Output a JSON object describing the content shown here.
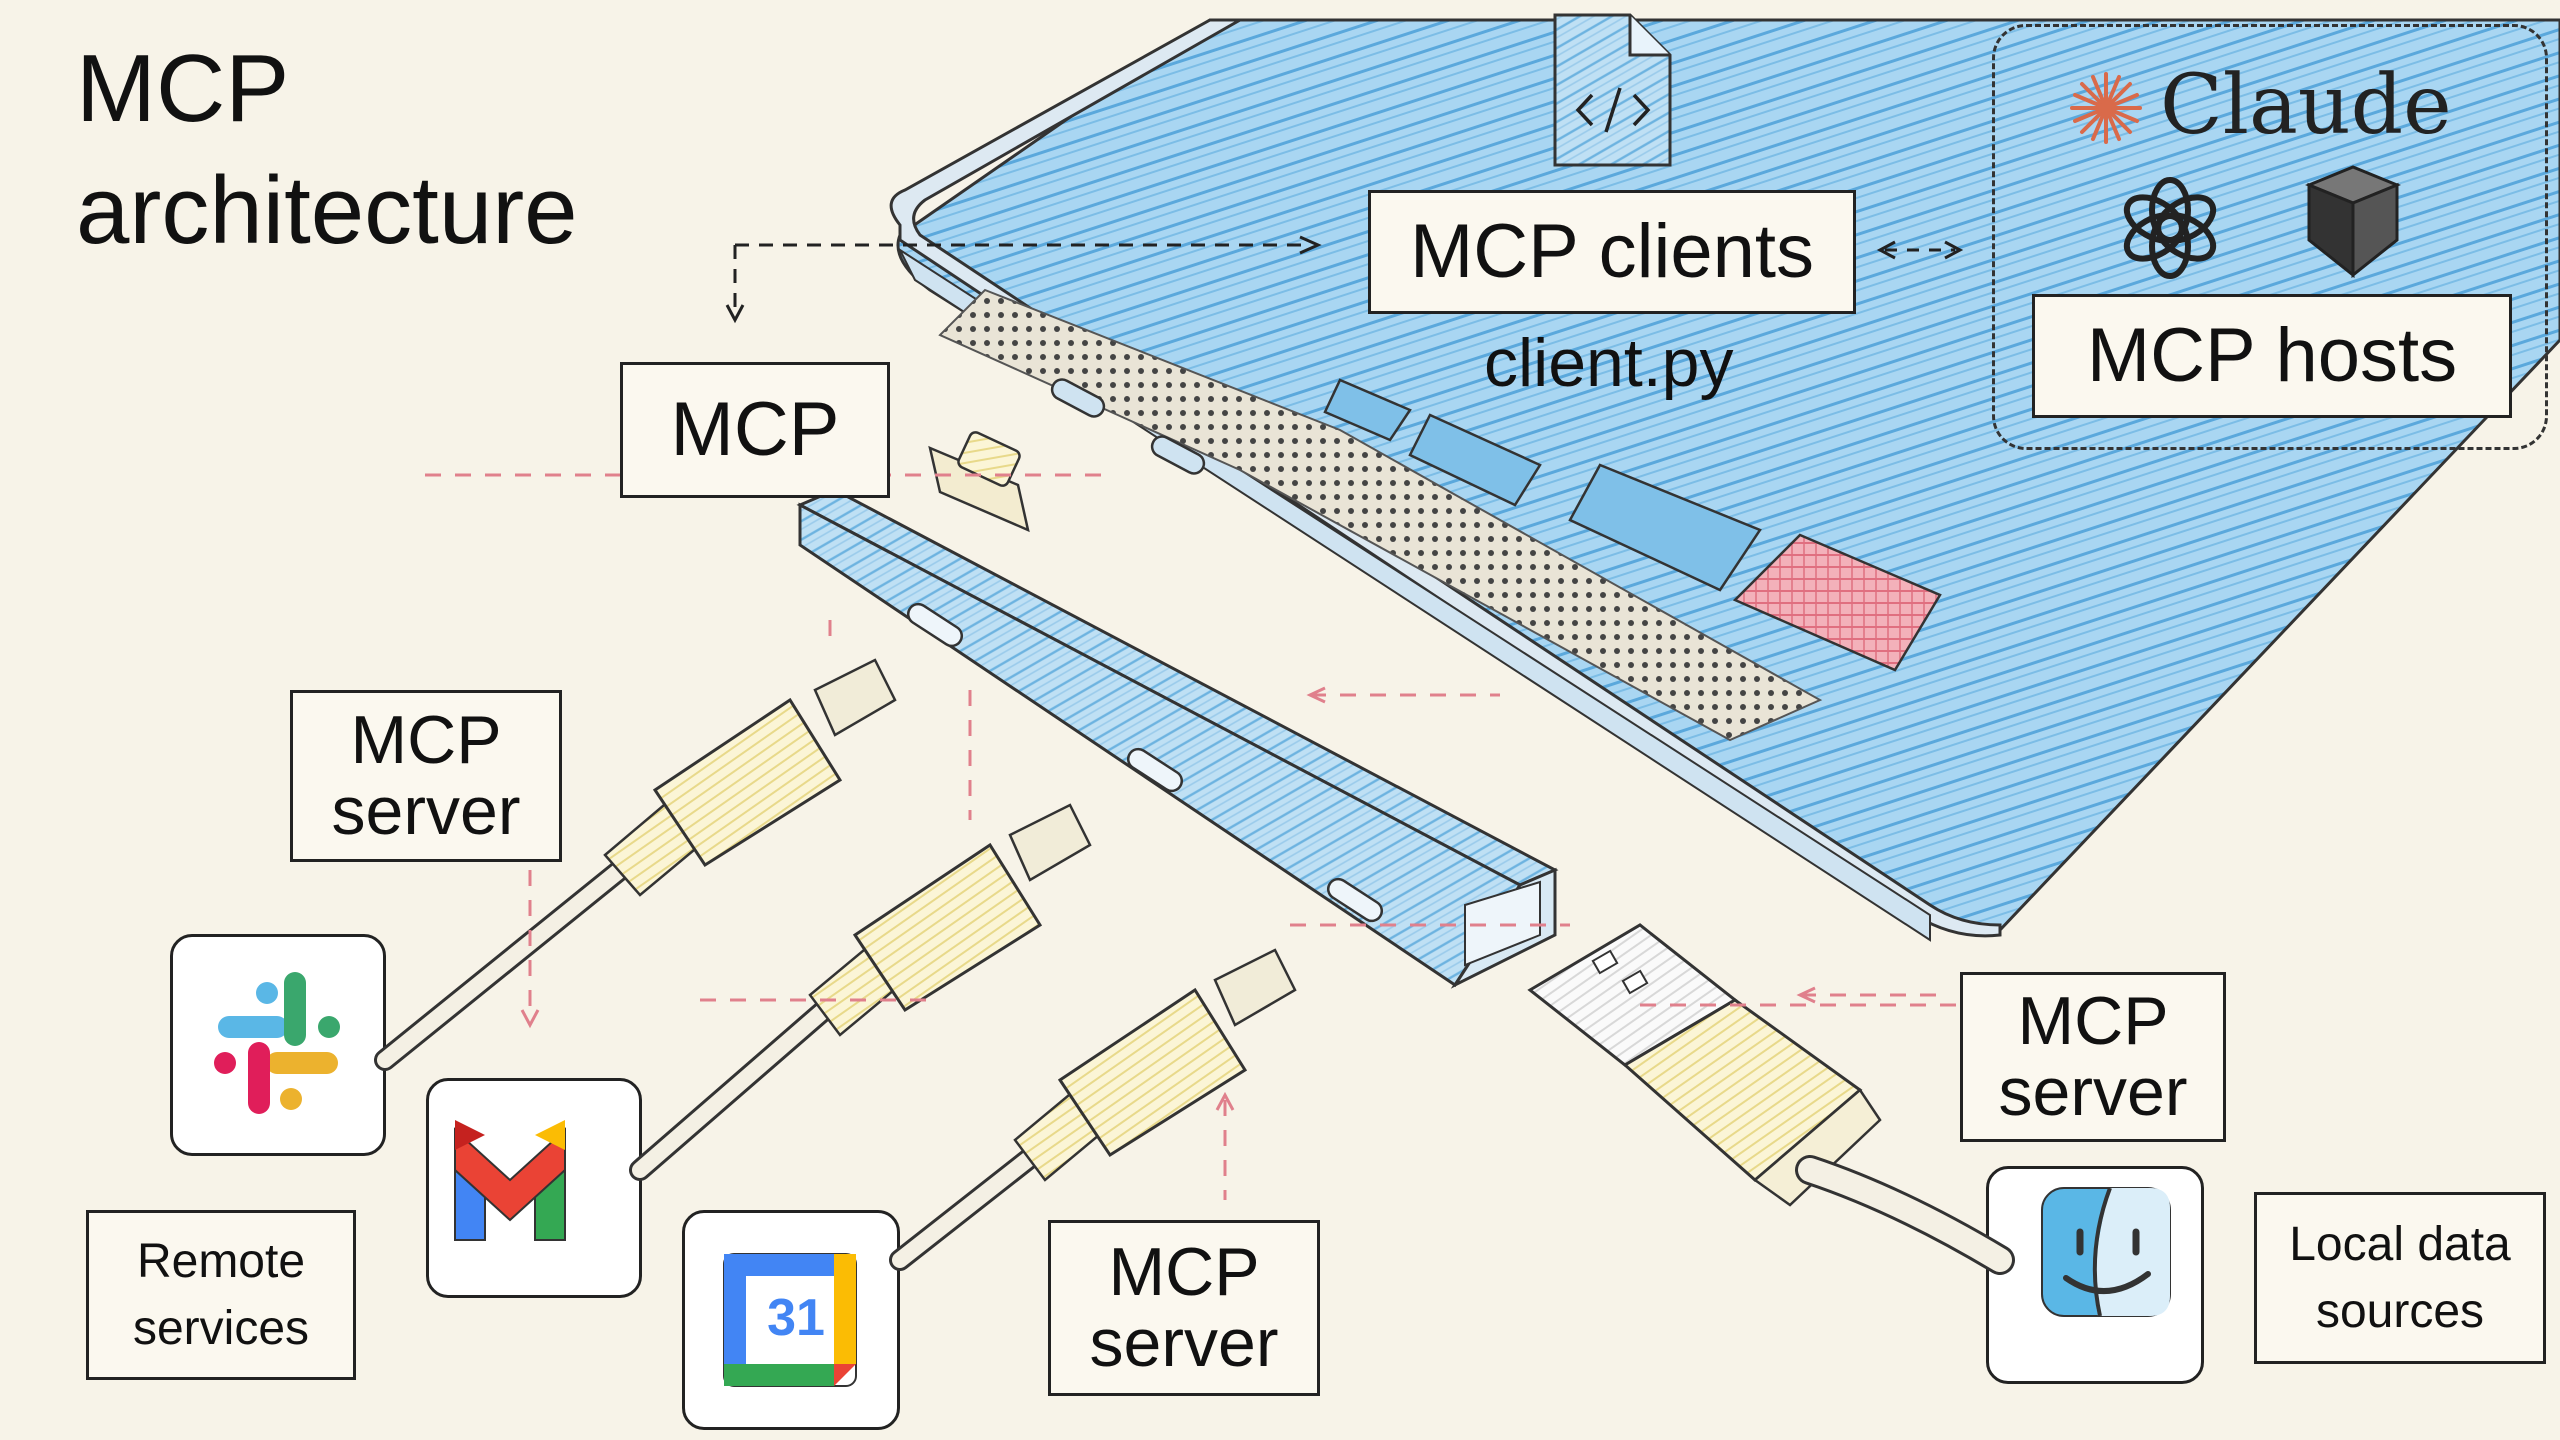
{
  "title": {
    "line1": "MCP",
    "line2": "architecture"
  },
  "labels": {
    "mcp_main": "MCP",
    "mcp_clients": "MCP clients",
    "client_file": "client.py",
    "mcp_hosts": "MCP hosts",
    "claude": "Claude",
    "server_1": {
      "line1": "MCP",
      "line2": "server"
    },
    "server_2": {
      "line1": "MCP",
      "line2": "server"
    },
    "server_3": {
      "line1": "MCP",
      "line2": "server"
    },
    "remote": {
      "line1": "Remote",
      "line2": "services"
    },
    "local": {
      "line1": "Local data",
      "line2": "sources"
    },
    "calendar_day": "31"
  },
  "icons": {
    "host_1": "claude-sunburst-icon",
    "host_2": "openai-knot-icon",
    "host_3": "cube-prism-icon",
    "file": "code-file-icon",
    "remote_1": "slack-icon",
    "remote_2": "gmail-icon",
    "remote_3": "google-calendar-icon",
    "local_1": "finder-icon"
  },
  "colors": {
    "paper": "#f7f3e8",
    "laptop_blue": "#7fc0e8",
    "key_pink": "#e98a96",
    "connector_yellow": "#efe3a6",
    "dash_red": "#e0808c",
    "ink": "#222222",
    "claude_orange": "#d96a4a"
  }
}
